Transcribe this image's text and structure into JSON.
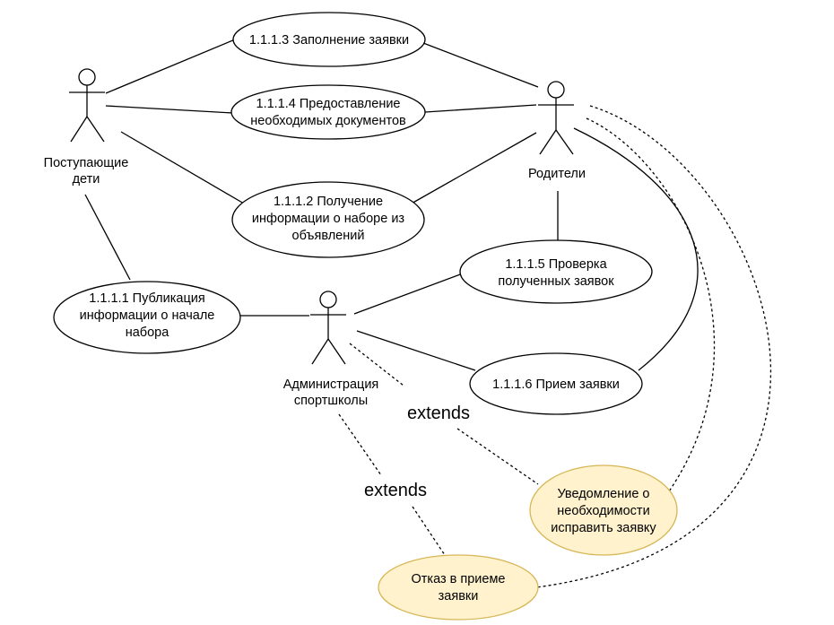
{
  "actors": {
    "applicants": {
      "line1": "Поступающие",
      "line2": "дети"
    },
    "parents": {
      "line1": "Родители"
    },
    "administration": {
      "line1": "Администрация",
      "line2": "спортшколы"
    }
  },
  "use_cases": {
    "uc_1_1_1_3": {
      "line1": "1.1.1.3 Заполнение заявки"
    },
    "uc_1_1_1_4": {
      "line1": "1.1.1.4 Предоставление",
      "line2": "необходимых документов"
    },
    "uc_1_1_1_2": {
      "line1": "1.1.1.2 Получение",
      "line2": "информации о наборе из",
      "line3": "объявлений"
    },
    "uc_1_1_1_5": {
      "line1": "1.1.1.5 Проверка",
      "line2": "полученных заявок"
    },
    "uc_1_1_1_1": {
      "line1": "1.1.1.1 Публикация",
      "line2": "информации о начале",
      "line3": "набора"
    },
    "uc_1_1_1_6": {
      "line1": "1.1.1.6 Прием заявки"
    },
    "notify": {
      "line1": "Уведомление о",
      "line2": "необходимости",
      "line3": "исправить заявку"
    },
    "reject": {
      "line1": "Отказ в приеме",
      "line2": "заявки"
    }
  },
  "relations": {
    "extend_label_1": "extends",
    "extend_label_2": "extends"
  },
  "colors": {
    "highlight_fill": "#fff2cc",
    "highlight_stroke": "#d6b656"
  }
}
